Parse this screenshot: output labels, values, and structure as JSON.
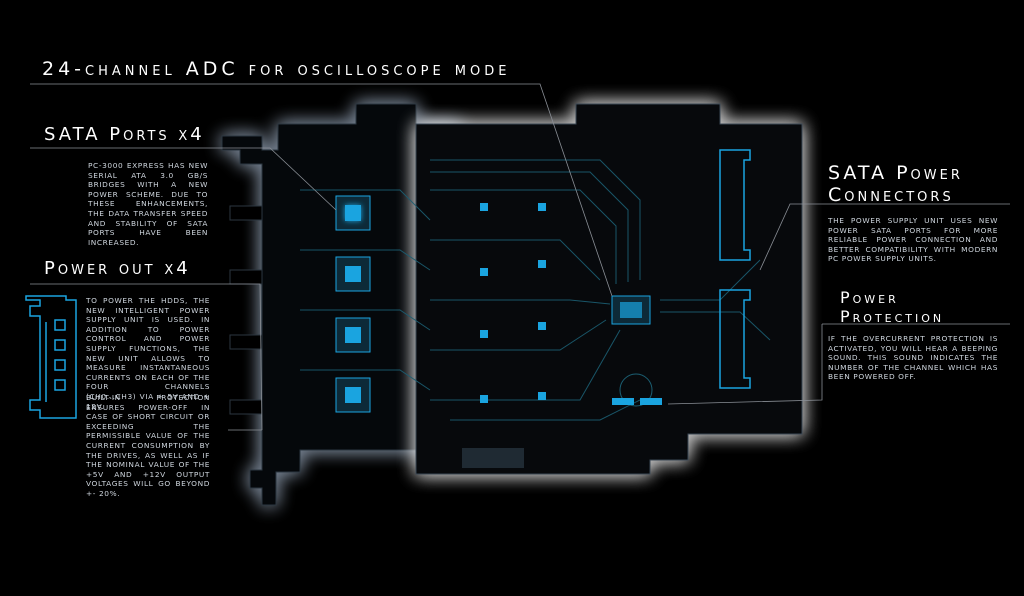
{
  "headings": {
    "adc": "24-channel ADC for oscilloscope mode",
    "sata_ports": "SATA Ports x4",
    "power_out": "Power out x4",
    "sata_power": "SATA Power\nConnectors",
    "protection": "Power\nProtection"
  },
  "paragraphs": {
    "sata_ports": "PC-3000 Express has new Serial ATA 3.0 GB/s bridges with a new power scheme. Due to these enhancements, the data transfer speed and stability of SATA ports have been increased.",
    "power_out_1": "To power the HDDs, the new intelligent power supply unit is used. In addition to power control and power supply functions, the new unit allows to measure instantaneous currents on each of the four channels (CH0...CH3) via + 5V and + 12V.",
    "power_out_2": "Built-in protection ensures power-off in case of short circuit or exceeding the permissible value of the current consumption by the drives, as well as if the nominal value of the +5V and +12V output voltages will go beyond +- 20%.",
    "sata_power": "The power supply unit uses new power SATA ports for more reliable power connection and better compatibility with modern PC power supply units.",
    "protection": "If the overcurrent protection is activated, you will hear a beeping sound. This sound indicates the number of the channel which has been powered off."
  },
  "colors": {
    "background": "#000000",
    "board": "#06090d",
    "glow": "#ffffff",
    "trace": "#1b5e72",
    "chip": "#1aa4e0",
    "leader": "#8a8f96"
  }
}
